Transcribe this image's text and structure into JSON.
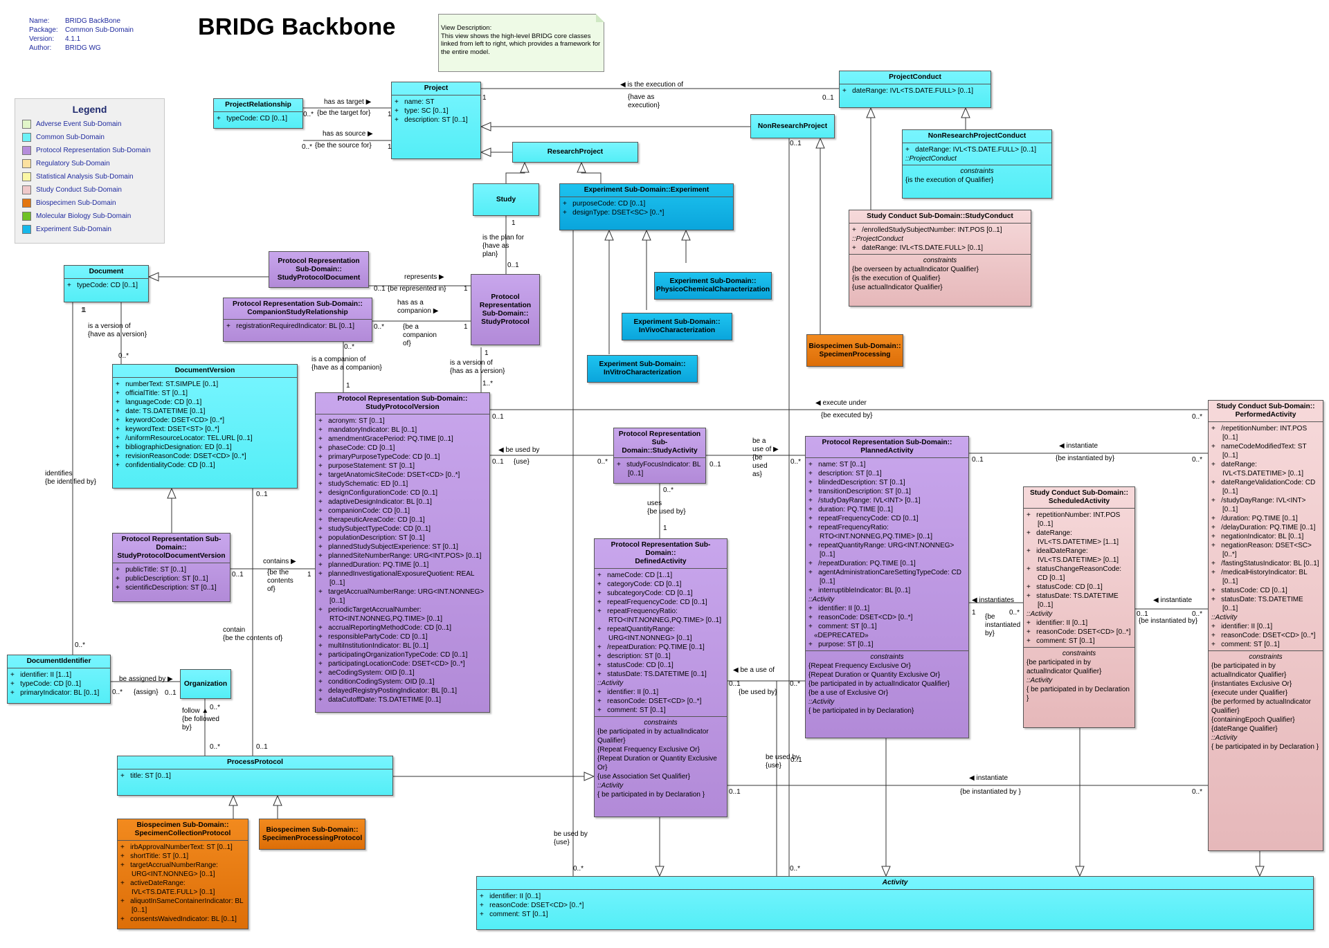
{
  "meta": {
    "name_k": "Name:",
    "name_v": "BRIDG BackBone",
    "package_k": "Package:",
    "package_v": "Common Sub-Domain",
    "version_k": "Version:",
    "version_v": "4.1.1",
    "author_k": "Author:",
    "author_v": "BRIDG WG"
  },
  "title": "BRIDG Backbone",
  "note": "View Description:\nThis view shows the high-level BRIDG core classes linked from left to right, which provides a framework for the entire model.",
  "legend": {
    "title": "Legend",
    "items": [
      {
        "label": "Adverse Event Sub-Domain",
        "color": "#e1f5c9"
      },
      {
        "label": "Common Sub-Domain",
        "color": "#6cf1f7"
      },
      {
        "label": "Protocol Representation Sub-Domain",
        "color": "#b58ddb"
      },
      {
        "label": "Regulatory Sub-Domain",
        "color": "#fbe1a0"
      },
      {
        "label": "Statistical Analysis Sub-Domain",
        "color": "#fbf7a5"
      },
      {
        "label": "Study Conduct Sub-Domain",
        "color": "#efc9ca"
      },
      {
        "label": "Biospecimen Sub-Domain",
        "color": "#e3760f"
      },
      {
        "label": "Molecular Biology Sub-Domain",
        "color": "#6fc125"
      },
      {
        "label": "Experiment Sub-Domain",
        "color": "#17b8ea"
      }
    ]
  },
  "classes": {
    "project_relationship": {
      "name": "ProjectRelationship",
      "attrs": [
        "+   typeCode: CD [0..1]"
      ]
    },
    "project": {
      "name": "Project",
      "attrs": [
        "+   name: ST",
        "+   type: SC [0..1]",
        "+   description: ST [0..1]"
      ]
    },
    "project_conduct": {
      "name": "ProjectConduct",
      "attrs": [
        "+   dateRange: IVL<TS.DATE.FULL> [0..1]"
      ]
    },
    "non_research_project": {
      "name": "NonResearchProject"
    },
    "non_research_project_conduct": {
      "name": "NonResearchProjectConduct",
      "stereo": "::ProjectConduct",
      "attrs": [
        "+   dateRange: IVL<TS.DATE.FULL> [0..1]"
      ],
      "ctitle": "constraints",
      "rules": [
        "{is the execution of Qualifier}"
      ]
    },
    "research_project": {
      "name": "ResearchProject"
    },
    "study": {
      "name": "Study"
    },
    "experiment": {
      "name": "Experiment Sub-Domain::Experiment",
      "attrs": [
        "+   purposeCode: CD [0..1]",
        "+   designType: DSET<SC> [0..*]"
      ]
    },
    "study_conduct": {
      "name": "Study Conduct Sub-Domain::StudyConduct",
      "attrs": [
        "+   /enrolledStudySubjectNumber: INT.POS [0..1]"
      ],
      "stereo": "::ProjectConduct",
      "attrs2": [
        "+   dateRange: IVL<TS.DATE.FULL> [0..1]"
      ],
      "ctitle": "constraints",
      "rules": [
        "{be overseen by actualIndicator Qualifier}",
        "{is the execution of Qualifier}",
        "{use actualIndicator Qualifier}"
      ]
    },
    "physchem": {
      "name": "Experiment Sub-Domain::\nPhysicoChemicalCharacterization"
    },
    "invivo": {
      "name": "Experiment Sub-Domain::\nInVivoCharacterization"
    },
    "invitro": {
      "name": "Experiment Sub-Domain::\nInVitroCharacterization"
    },
    "specimen_processing": {
      "name": "Biospecimen Sub-Domain::\nSpecimenProcessing"
    },
    "document": {
      "name": "Document",
      "attrs": [
        "+   typeCode: CD [0..1]"
      ]
    },
    "spd": {
      "name": "Protocol Representation\nSub-Domain::\nStudyProtocolDocument"
    },
    "study_protocol": {
      "name": "Protocol\nRepresentation\nSub-Domain::\nStudyProtocol"
    },
    "csr": {
      "name": "Protocol Representation Sub-Domain::\nCompanionStudyRelationship",
      "attrs": [
        "+   registrationRequiredIndicator: BL [0..1]"
      ]
    },
    "document_version": {
      "name": "DocumentVersion",
      "attrs": [
        "+   numberText: ST.SIMPLE [0..1]",
        "+   officialTitle: ST [0..1]",
        "+   languageCode: CD [0..1]",
        "+   date: TS.DATETIME [0..1]",
        "+   keywordCode: DSET<CD> [0..*]",
        "+   keywordText: DSET<ST> [0..*]",
        "+   /uniformResourceLocator: TEL.URL [0..1]",
        "+   bibliographicDesignation: ED [0..1]",
        "+   revisionReasonCode: DSET<CD> [0..*]",
        "+   confidentialityCode: CD [0..1]"
      ]
    },
    "spv": {
      "name": "Protocol Representation Sub-Domain::\nStudyProtocolVersion",
      "attrs": [
        "+   acronym: ST [0..1]",
        "+   mandatoryIndicator: BL [0..1]",
        "+   amendmentGracePeriod: PQ.TIME [0..1]",
        "+   phaseCode: CD [0..1]",
        "+   primaryPurposeTypeCode: CD [0..1]",
        "+   purposeStatement: ST [0..1]",
        "+   targetAnatomicSiteCode: DSET<CD> [0..*]",
        "+   studySchematic: ED [0..1]",
        "+   designConfigurationCode: CD [0..1]",
        "+   adaptiveDesignIndicator: BL [0..1]",
        "+   companionCode: CD [0..1]",
        "+   therapeuticAreaCode: CD [0..1]",
        "+   studySubjectTypeCode: CD [0..1]",
        "+   populationDescription: ST [0..1]",
        "+   plannedStudySubjectExperience: ST [0..1]",
        "+   plannedSiteNumberRange: URG<INT.POS> [0..1]",
        "+   plannedDuration: PQ.TIME [0..1]",
        "+   plannedInvestigationalExposureQuotient: REAL [0..1]",
        "+   targetAccrualNumberRange: URG<INT.NONNEG> [0..1]",
        "+   periodicTargetAccrualNumber: RTO<INT.NONNEG,PQ.TIME> [0..1]",
        "+   accrualReportingMethodCode: CD [0..1]",
        "+   responsiblePartyCode: CD [0..1]",
        "+   multiInstitutionIndicator: BL [0..1]",
        "+   participatingOrganizationTypeCode: CD [0..1]",
        "+   participatingLocationCode: DSET<CD> [0..*]",
        "+   aeCodingSystem: OID [0..1]",
        "+   conditionCodingSystem: OID [0..1]",
        "+   delayedRegistryPostingIndicator: BL [0..1]",
        "+   dataCutoffDate: TS.DATETIME [0..1]"
      ]
    },
    "spdv": {
      "name": "Protocol Representation Sub-\nDomain::\nStudyProtocolDocumentVersion",
      "attrs": [
        "+   publicTitle: ST [0..1]",
        "+   publicDescription: ST [0..1]",
        "+   scientificDescription: ST [0..1]"
      ]
    },
    "doc_identifier": {
      "name": "DocumentIdentifier",
      "attrs": [
        "+   identifier: II [1..1]",
        "+   typeCode: CD [0..1]",
        "+   primaryIndicator: BL [0..1]"
      ]
    },
    "organization": {
      "name": "Organization"
    },
    "process_protocol": {
      "name": "ProcessProtocol",
      "attrs": [
        "+   title: ST [0..1]"
      ]
    },
    "scp": {
      "name": "Biospecimen Sub-Domain::\nSpecimenCollectionProtocol",
      "attrs": [
        "+   irbApprovalNumberText: ST [0..1]",
        "+   shortTitle: ST [0..1]",
        "+   targetAccrualNumberRange: URG<INT.NONNEG> [0..1]",
        "+   activeDateRange: IVL<TS.DATE.FULL> [0..1]",
        "+   aliquotInSameContainerIndicator: BL [0..1]",
        "+   consentsWaivedIndicator: BL [0..1]"
      ]
    },
    "spp": {
      "name": "Biospecimen Sub-Domain::\nSpecimenProcessingProtocol"
    },
    "study_activity": {
      "name": "Protocol Representation\nSub-Domain::StudyActivity",
      "attrs": [
        "+   studyFocusIndicator: BL [0..1]"
      ]
    },
    "defined_activity": {
      "name": "Protocol Representation Sub-Domain::\nDefinedActivity",
      "attrs": [
        "+   nameCode: CD [1..1]",
        "+   categoryCode: CD [0..1]",
        "+   subcategoryCode: CD [0..1]",
        "+   repeatFrequencyCode: CD [0..1]",
        "+   repeatFrequencyRatio: RTO<INT.NONNEG,PQ.TIME> [0..1]",
        "+   repeatQuantityRange: URG<INT.NONNEG> [0..1]",
        "+   /repeatDuration: PQ.TIME [0..1]",
        "+   description: ST [0..1]",
        "+   statusCode: CD [0..1]",
        "+   statusDate: TS.DATETIME [0..1]"
      ],
      "stereo": "::Activity",
      "attrs2": [
        "+   identifier: II [0..1]",
        "+   reasonCode: DSET<CD> [0..*]",
        "+   comment: ST [0..1]"
      ],
      "ctitle": "constraints",
      "rules": [
        "{be participated in by actualIndicator Qualifier}",
        "{Repeat Frequency Exclusive Or}",
        "{Repeat Duration or Quantity Exclusive Or}",
        "{use Association Set Qualifier}"
      ],
      "stereo2": "::Activity",
      "rules2": [
        "{ be participated in by Declaration }"
      ]
    },
    "planned_activity": {
      "name": "Protocol Representation Sub-Domain::\nPlannedActivity",
      "attrs": [
        "+   name: ST [0..1]",
        "+   description: ST [0..1]",
        "+   blindedDescription: ST [0..1]",
        "+   transitionDescription: ST [0..1]",
        "+   /studyDayRange: IVL<INT> [0..1]",
        "+   duration: PQ.TIME [0..1]",
        "+   repeatFrequencyCode: CD [0..1]",
        "+   repeatFrequencyRatio: RTO<INT.NONNEG,PQ.TIME> [0..1]",
        "+   repeatQuantityRange: URG<INT.NONNEG> [0..1]",
        "+   /repeatDuration: PQ.TIME [0..1]",
        "+   agentAdministrationCareSettingTypeCode: CD [0..1]",
        "+   interruptibleIndicator: BL [0..1]"
      ],
      "stereo": "::Activity",
      "attrs2": [
        "+   identifier: II [0..1]",
        "+   reasonCode: DSET<CD> [0..*]",
        "+   comment: ST [0..1]"
      ],
      "deprecated": "«DEPRECATED»",
      "attrs3": [
        "+   purpose: ST [0..1]"
      ],
      "ctitle": "constraints",
      "rules": [
        "{Repeat Frequency Exclusive Or}",
        "{Repeat Duration or Quantity Exclusive Or}",
        "{be participated in by actualIndicator Qualifier}",
        "{be a use of Exclusive Or}"
      ],
      "stereo2": "::Activity",
      "rules2": [
        "{ be participated in by Declaration}"
      ]
    },
    "scheduled_activity": {
      "name": "Study Conduct Sub-Domain::\nScheduledActivity",
      "attrs": [
        "+   repetitionNumber: INT.POS [0..1]",
        "+   dateRange: IVL<TS.DATETIME> [1..1]",
        "+   idealDateRange: IVL<TS.DATETIME> [0..1]",
        "+   statusChangeReasonCode: CD [0..1]",
        "+   statusCode: CD [0..1]",
        "+   statusDate: TS.DATETIME [0..1]"
      ],
      "stereo": "::Activity",
      "attrs2": [
        "+   identifier: II [0..1]",
        "+   reasonCode: DSET<CD> [0..*]",
        "+   comment: ST [0..1]"
      ],
      "ctitle": "constraints",
      "rules": [
        "{be participated in by actualIndicator Qualifier}"
      ],
      "stereo2": "::Activity",
      "rules2": [
        "{ be participated in by Declaration }"
      ]
    },
    "performed_activity": {
      "name": "Study Conduct Sub-Domain::\nPerformedActivity",
      "attrs": [
        "+   /repetitionNumber: INT.POS [0..1]",
        "+   nameCodeModifiedText: ST [0..1]",
        "+   dateRange: IVL<TS.DATETIME> [0..1]",
        "+   dateRangeValidationCode: CD [0..1]",
        "+   /studyDayRange: IVL<INT> [0..1]",
        "+   /duration: PQ.TIME [0..1]",
        "+   /delayDuration: PQ.TIME [0..1]",
        "+   negationIndicator: BL [0..1]",
        "+   negationReason: DSET<SC> [0..*]",
        "+   /fastingStatusIndicator: BL [0..1]",
        "+   /medicalHistoryIndicator: BL [0..1]",
        "+   statusCode: CD [0..1]",
        "+   statusDate: TS.DATETIME [0..1]"
      ],
      "stereo": "::Activity",
      "attrs2": [
        "+   identifier: II [0..1]",
        "+   reasonCode: DSET<CD> [0..*]",
        "+   comment: ST [0..1]"
      ],
      "ctitle": "constraints",
      "rules": [
        "{be participated in by actualIndicator Qualifier}",
        "{instantiates Exclusive Or}",
        "{execute under Qualifier}",
        "{be performed by actualIndicator Qualifier}",
        "{containingEpoch Qualifier}",
        "{dateRange Qualifier}"
      ],
      "stereo2": "::Activity",
      "rules2": [
        "{ be participated in by Declaration }"
      ]
    },
    "activity": {
      "name": "Activity",
      "attrs": [
        "+   identifier: II [0..1]",
        "+   reasonCode: DSET<CD> [0..*]",
        "+   comment: ST [0..1]"
      ]
    }
  },
  "labels": [
    {
      "id": "l1",
      "text": "has as target ▶"
    },
    {
      "id": "l2",
      "text": "0..*"
    },
    {
      "id": "l3",
      "text": "{be the target for}"
    },
    {
      "id": "l4",
      "text": "1"
    },
    {
      "id": "l5",
      "text": "has as source ▶"
    },
    {
      "id": "l6",
      "text": "0..*"
    },
    {
      "id": "l7",
      "text": "{be the source for}"
    },
    {
      "id": "l8",
      "text": "1"
    },
    {
      "id": "l9",
      "text": "◀ is the execution of"
    },
    {
      "id": "l10",
      "text": "1"
    },
    {
      "id": "l11",
      "text": "{have as\nexecution}"
    },
    {
      "id": "l12",
      "text": "0..1"
    },
    {
      "id": "l13",
      "text": "0..1"
    },
    {
      "id": "l14",
      "text": "1"
    },
    {
      "id": "l15",
      "text": "is the plan for\n{have as\nplan}"
    },
    {
      "id": "l16",
      "text": "0..1"
    },
    {
      "id": "l17",
      "text": "represents ▶"
    },
    {
      "id": "l18",
      "text": "{be represented in}"
    },
    {
      "id": "l19",
      "text": "0..1"
    },
    {
      "id": "l20",
      "text": "1"
    },
    {
      "id": "l21",
      "text": "has as a\ncompanion ▶"
    },
    {
      "id": "l22",
      "text": "0..*"
    },
    {
      "id": "l23",
      "text": "{be a\ncompanion\nof}"
    },
    {
      "id": "l24",
      "text": "1"
    },
    {
      "id": "l25",
      "text": "1"
    },
    {
      "id": "l26",
      "text": "is a version of\n{have as a version}"
    },
    {
      "id": "l27",
      "text": "0..*"
    },
    {
      "id": "l28",
      "text": "0..*"
    },
    {
      "id": "l29",
      "text": "is a companion of\n{have as a companion}"
    },
    {
      "id": "l30",
      "text": "1"
    },
    {
      "id": "l31",
      "text": "1"
    },
    {
      "id": "l32",
      "text": "is a version of\n{has as a version}"
    },
    {
      "id": "l33",
      "text": "1..*"
    },
    {
      "id": "l34",
      "text": "0..1"
    },
    {
      "id": "l35",
      "text": "◀ execute under"
    },
    {
      "id": "l36",
      "text": "{be executed by}"
    },
    {
      "id": "l37",
      "text": "0..*"
    },
    {
      "id": "l38",
      "text": "◀ be used by"
    },
    {
      "id": "l39",
      "text": "0..1"
    },
    {
      "id": "l40",
      "text": "{use}"
    },
    {
      "id": "l41",
      "text": "0..*"
    },
    {
      "id": "l42",
      "text": "be a\nuse of ▶\n{be\nused\nas}"
    },
    {
      "id": "l43",
      "text": "0..1"
    },
    {
      "id": "l44",
      "text": "0..*"
    },
    {
      "id": "l45",
      "text": "◀ instantiate"
    },
    {
      "id": "l46",
      "text": "{be instantiated by}"
    },
    {
      "id": "l47",
      "text": "0..1"
    },
    {
      "id": "l48",
      "text": "0..*"
    },
    {
      "id": "l49",
      "text": "0..*"
    },
    {
      "id": "l50",
      "text": "uses\n{be used by}"
    },
    {
      "id": "l51",
      "text": "1"
    },
    {
      "id": "l52",
      "text": "identifies\n{be identified by}"
    },
    {
      "id": "l53",
      "text": "0..*"
    },
    {
      "id": "l54",
      "text": "1"
    },
    {
      "id": "l55",
      "text": "contains ▶"
    },
    {
      "id": "l56",
      "text": "0..1"
    },
    {
      "id": "l57",
      "text": "{be the\ncontents\nof}"
    },
    {
      "id": "l58",
      "text": "1"
    },
    {
      "id": "l59",
      "text": "0..1"
    },
    {
      "id": "l60",
      "text": "contain\n{be the contents of}"
    },
    {
      "id": "l61",
      "text": "0..1"
    },
    {
      "id": "l62",
      "text": "be assigned by ▶"
    },
    {
      "id": "l63",
      "text": "0..*"
    },
    {
      "id": "l64",
      "text": "{assign}"
    },
    {
      "id": "l65",
      "text": "0..1"
    },
    {
      "id": "l66",
      "text": "follow ▲\n{be followed\nby}"
    },
    {
      "id": "l67",
      "text": "0..*"
    },
    {
      "id": "l68",
      "text": "0..*"
    },
    {
      "id": "l69",
      "text": "◀ be a use of"
    },
    {
      "id": "l70",
      "text": "0..1"
    },
    {
      "id": "l71",
      "text": "{be used by}"
    },
    {
      "id": "l72",
      "text": "0..*"
    },
    {
      "id": "l73",
      "text": "◀ instantiates"
    },
    {
      "id": "l74",
      "text": "1"
    },
    {
      "id": "l75",
      "text": "{be\ninstantiated\nby}"
    },
    {
      "id": "l76",
      "text": "0..*"
    },
    {
      "id": "l77",
      "text": "◀ instantiate"
    },
    {
      "id": "l78",
      "text": "0..1"
    },
    {
      "id": "l79",
      "text": "{be instantiated by}"
    },
    {
      "id": "l80",
      "text": "0..*"
    },
    {
      "id": "l81",
      "text": "◀ instantiate"
    },
    {
      "id": "l82",
      "text": "0..1"
    },
    {
      "id": "l83",
      "text": "{be instantiated by }"
    },
    {
      "id": "l84",
      "text": "0..*"
    },
    {
      "id": "l85",
      "text": "be used by\n{use}"
    },
    {
      "id": "l86",
      "text": "be used by\n{use}"
    },
    {
      "id": "l87",
      "text": "0..*"
    },
    {
      "id": "l88",
      "text": "0..*"
    },
    {
      "id": "l89",
      "text": "0..1"
    }
  ],
  "colors": {
    "common": "#5ff0f8",
    "protocol": "#b48cda",
    "conduct": "#ebc2c4",
    "biospecimen": "#e5770f",
    "experiment": "#14b2e6"
  }
}
